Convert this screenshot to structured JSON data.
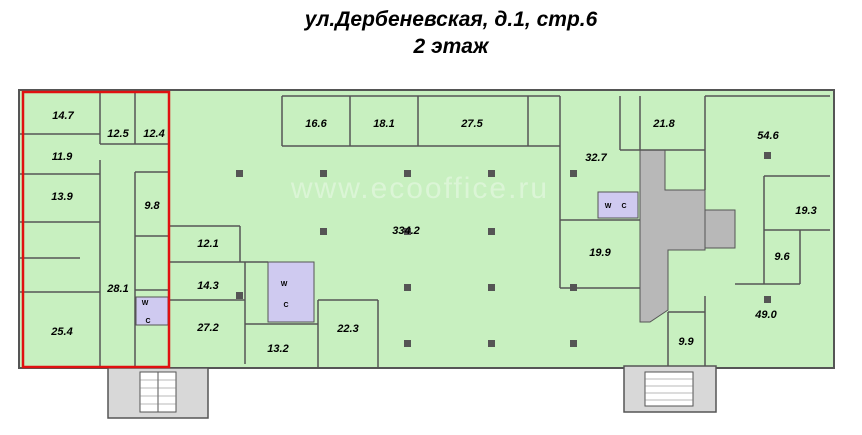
{
  "title": {
    "address": "ул.Дербеневская, д.1, стр.6",
    "floor": "2 этаж"
  },
  "watermark": "www.ecooffice.ru",
  "colors": {
    "room_fill": "#c8f0c0",
    "wall": "#555555",
    "highlight": "#e01010",
    "core": "#b8b8b8",
    "wc": "#cfcaf0",
    "column": "#555555"
  },
  "rooms": [
    {
      "id": "r-14-7",
      "area": "14.7"
    },
    {
      "id": "r-12-5",
      "area": "12.5"
    },
    {
      "id": "r-12-4",
      "area": "12.4"
    },
    {
      "id": "r-11-9",
      "area": "11.9"
    },
    {
      "id": "r-13-9",
      "area": "13.9"
    },
    {
      "id": "r-9-8",
      "area": "9.8"
    },
    {
      "id": "r-28-1",
      "area": "28.1"
    },
    {
      "id": "r-25-4",
      "area": "25.4"
    },
    {
      "id": "r-16-6",
      "area": "16.6"
    },
    {
      "id": "r-18-1",
      "area": "18.1"
    },
    {
      "id": "r-27-5",
      "area": "27.5"
    },
    {
      "id": "r-334-2",
      "area": "334.2"
    },
    {
      "id": "r-12-1",
      "area": "12.1"
    },
    {
      "id": "r-14-3",
      "area": "14.3"
    },
    {
      "id": "r-27-2",
      "area": "27.2"
    },
    {
      "id": "r-13-2",
      "area": "13.2"
    },
    {
      "id": "r-22-3",
      "area": "22.3"
    },
    {
      "id": "r-32-7",
      "area": "32.7"
    },
    {
      "id": "r-21-8",
      "area": "21.8"
    },
    {
      "id": "r-19-9",
      "area": "19.9"
    },
    {
      "id": "r-54-6",
      "area": "54.6"
    },
    {
      "id": "r-19-3",
      "area": "19.3"
    },
    {
      "id": "r-9-6",
      "area": "9.6"
    },
    {
      "id": "r-49-0",
      "area": "49.0"
    },
    {
      "id": "r-9-9",
      "area": "9.9"
    }
  ],
  "wc_labels": {
    "w": "W",
    "c": "C"
  }
}
